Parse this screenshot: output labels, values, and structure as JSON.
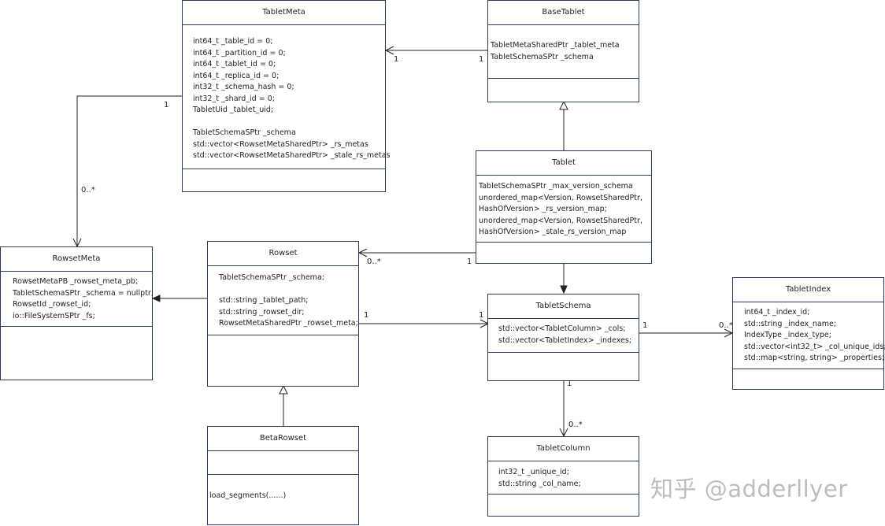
{
  "classes": {
    "tablet_meta": {
      "name": "TabletMeta",
      "attributes": [
        "int64_t _table_id = 0;",
        "int64_t _partition_id = 0;",
        "int64_t _tablet_id = 0;",
        "int64_t _replica_id = 0;",
        "int32_t _schema_hash = 0;",
        "int32_t _shard_id = 0;",
        "TabletUid _tablet_uid;",
        "",
        "TabletSchemaSPtr _schema",
        "std::vector<RowsetMetaSharedPtr> _rs_metas",
        "std::vector<RowsetMetaSharedPtr> _stale_rs_metas"
      ],
      "operations": []
    },
    "base_tablet": {
      "name": "BaseTablet",
      "attributes": [
        "TabletMetaSharedPtr _tablet_meta",
        "TabletSchemaSPtr _schema"
      ],
      "operations": []
    },
    "tablet": {
      "name": "Tablet",
      "attributes": [
        "TabletSchemaSPtr _max_version_schema",
        "unordered_map<Version, RowsetSharedPtr,",
        "HashOfVersion> _rs_version_map;",
        "unordered_map<Version, RowsetSharedPtr,",
        "HashOfVersion> _stale_rs_version_map"
      ],
      "operations": []
    },
    "rowset_meta": {
      "name": "RowsetMeta",
      "attributes": [
        "RowsetMetaPB _rowset_meta_pb;",
        "TabletSchemaSPtr _schema = nullptr;",
        "RowsetId _rowset_id;",
        "io::FileSystemSPtr _fs;"
      ],
      "operations": []
    },
    "rowset": {
      "name": "Rowset",
      "attributes": [
        "TabletSchemaSPtr _schema;",
        "",
        "std::string _tablet_path;",
        "std::string _rowset_dir;",
        "RowsetMetaSharedPtr _rowset_meta;"
      ],
      "operations": []
    },
    "tablet_schema": {
      "name": "TabletSchema",
      "attributes": [
        "std::vector<TabletColumn> _cols;",
        "std::vector<TabletIndex> _indexes;"
      ],
      "operations": []
    },
    "tablet_index": {
      "name": "TabletIndex",
      "attributes": [
        "int64_t _index_id;",
        "std::string _index_name;",
        "IndexType _index_type;",
        "std::vector<int32_t> _col_unique_ids;",
        "std::map<string, string> _properties;"
      ],
      "operations": []
    },
    "beta_rowset": {
      "name": "BetaRowset",
      "attributes": [],
      "operations": [
        "load_segments(......)"
      ]
    },
    "tablet_column": {
      "name": "TabletColumn",
      "attributes": [
        "int32_t _unique_id;",
        "std::string _col_name;"
      ],
      "operations": []
    }
  },
  "multiplicities": {
    "basetablet_to_meta_source": "1",
    "basetablet_to_meta_target": "1",
    "meta_to_rowsetmeta_source": "1",
    "meta_to_rowsetmeta_target": "0..*",
    "tablet_to_rowset_source": "1",
    "tablet_to_rowset_target": "0..*",
    "rowset_to_schema_source": "1",
    "rowset_to_schema_target": "1",
    "schema_to_index_source": "1",
    "schema_to_index_target": "0..*",
    "schema_to_column_source": "1",
    "schema_to_column_target": "0..*"
  },
  "watermark": "知乎 @adderllyer"
}
